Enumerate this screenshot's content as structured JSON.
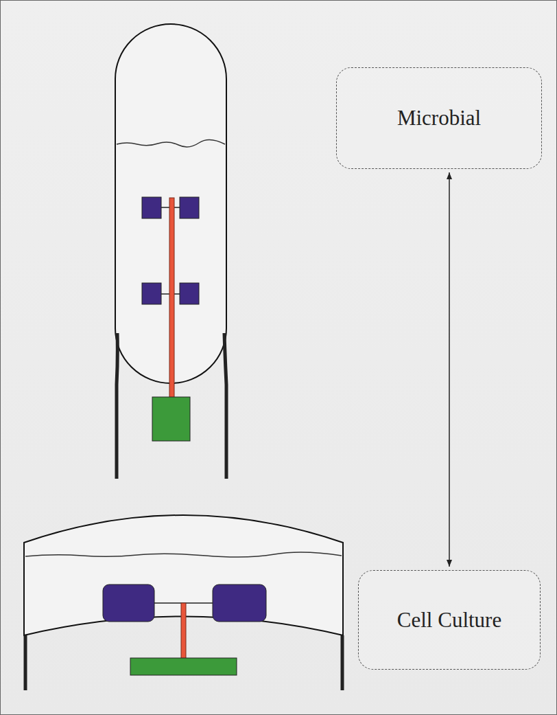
{
  "diagram": {
    "nodes": [
      {
        "text": [
          "Microbial"
        ]
      },
      {
        "text": [
          "Cell Culture"
        ]
      }
    ],
    "edges": [
      {
        "from": 0,
        "to": 1,
        "arrow": "both"
      }
    ]
  }
}
